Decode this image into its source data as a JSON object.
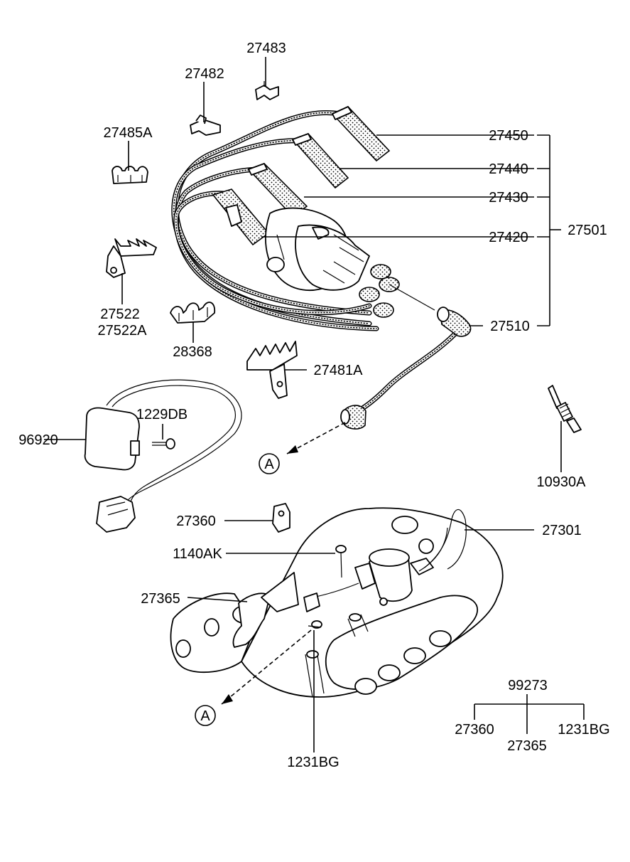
{
  "labels": {
    "p27483": "27483",
    "p27482": "27482",
    "p27485A": "27485A",
    "p27450": "27450",
    "p27440": "27440",
    "p27430": "27430",
    "p27420": "27420",
    "p27501": "27501",
    "p27510": "27510",
    "p27522": "27522",
    "p27522A": "27522A",
    "p28368": "28368",
    "p27481A": "27481A",
    "p1229DB": "1229DB",
    "p96920": "96920",
    "p10930A": "10930A",
    "calloutA1": "A",
    "p27360": "27360",
    "p27301": "27301",
    "p1140AK": "1140AK",
    "p27365": "27365",
    "calloutA2": "A",
    "p1231BG": "1231BG",
    "p99273": "99273",
    "tree27360": "27360",
    "tree27365": "27365",
    "tree1231BG": "1231BG"
  }
}
